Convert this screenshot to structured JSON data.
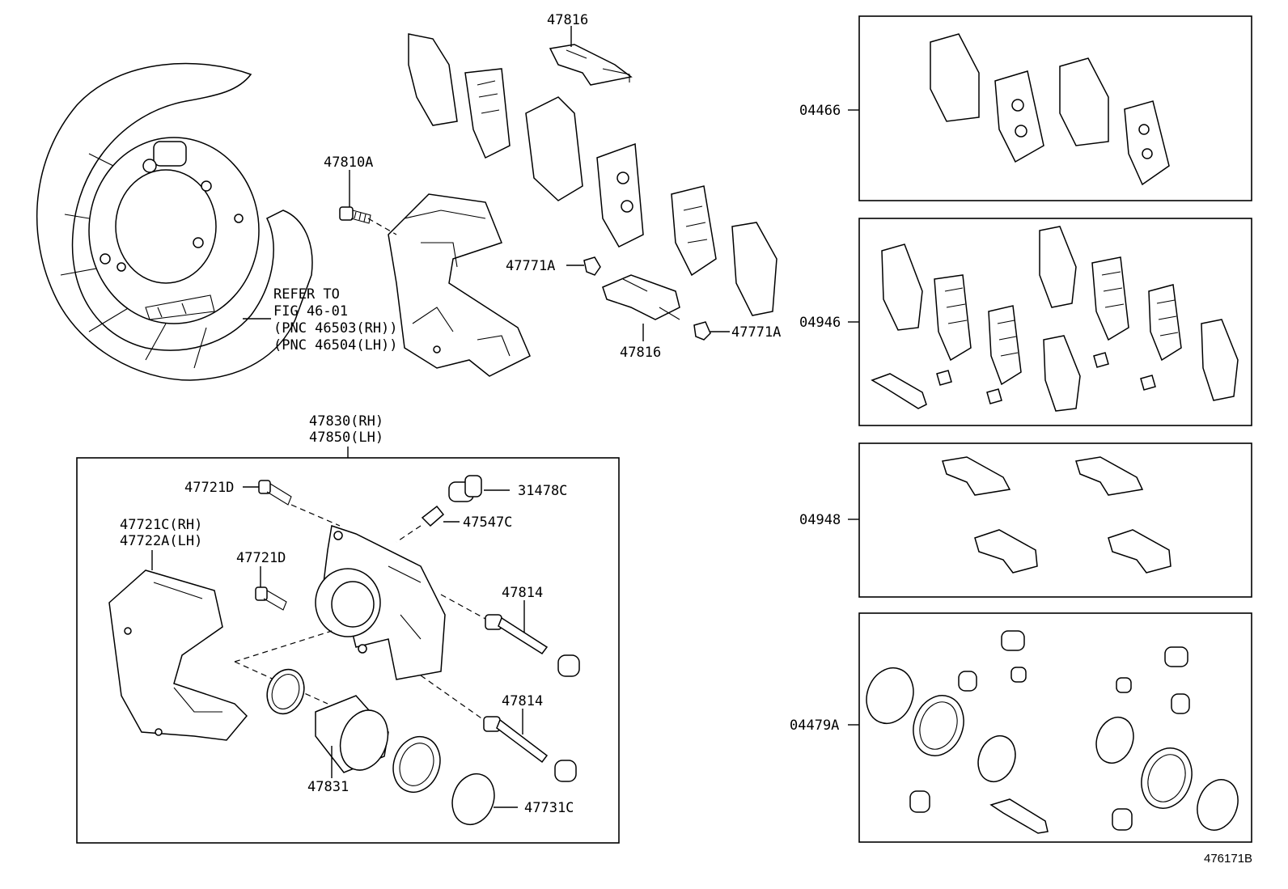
{
  "labels": {
    "p47816_top": "47816",
    "p47810a": "47810A",
    "p47771a_left": "47771A",
    "p47771a_right": "47771A",
    "p47816_bottom": "47816",
    "refer_line1": "REFER TO",
    "refer_line2": "FIG 46-01",
    "refer_line3": "(PNC 46503(RH))",
    "refer_line4": "(PNC 46504(LH))",
    "p47830": "47830(RH)",
    "p47850": "47850(LH)",
    "p47721d_top": "47721D",
    "p31478c": "31478C",
    "p47547c": "47547C",
    "p47721c": "47721C(RH)",
    "p47722a": "47722A(LH)",
    "p47721d_mid": "47721D",
    "p47814_top": "47814",
    "p47814_bottom": "47814",
    "p47831": "47831",
    "p47731c": "47731C",
    "p04466": "04466",
    "p04946": "04946",
    "p04948": "04948",
    "p04479a": "04479A",
    "figure_id": "476171B"
  }
}
